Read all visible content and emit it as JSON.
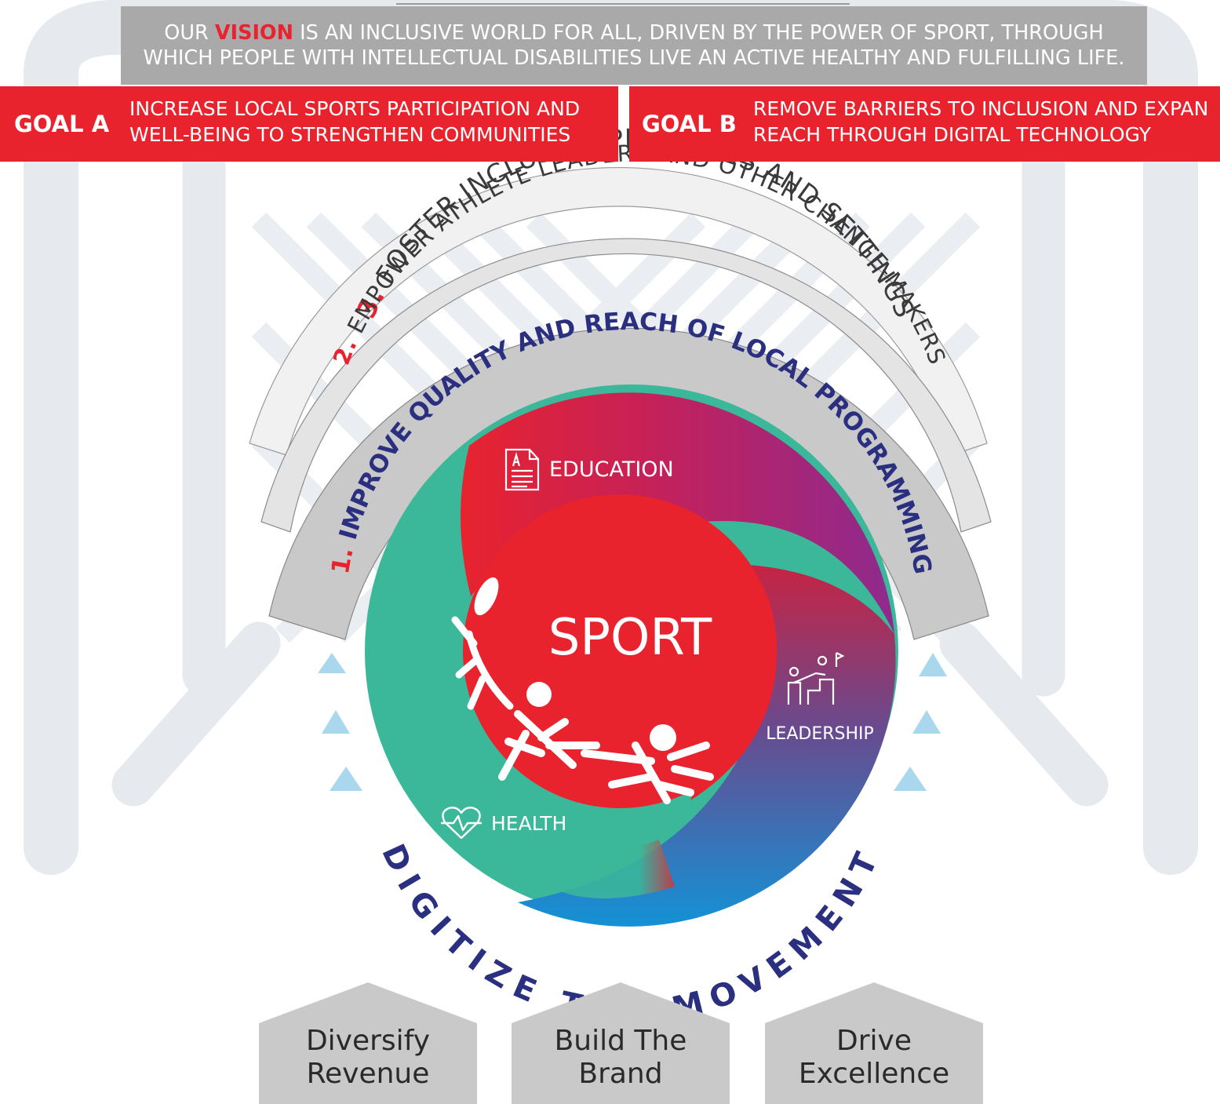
{
  "vision": {
    "prefix": "OUR ",
    "highlight": "VISION",
    "line1_rest": " IS AN INCLUSIVE WORLD FOR ALL, DRIVEN BY THE POWER OF SPORT, THROUGH",
    "line2": "WHICH PEOPLE WITH INTELLECTUAL DISABILITIES LIVE AN ACTIVE HEALTHY AND FULFILLING LIFE."
  },
  "goals": [
    {
      "tag": "GOAL A",
      "line1": "INCREASE LOCAL SPORTS PARTICIPATION AND",
      "line2": "WELL-BEING TO STRENGTHEN COMMUNITIES"
    },
    {
      "tag": "GOAL B",
      "line1": "REMOVE BARRIERS TO INCLUSION AND EXPAN",
      "line2": "REACH THROUGH DIGITAL TECHNOLOGY"
    }
  ],
  "strategies": {
    "s1_num": "1.",
    "s1_text": " IMPROVE QUALITY AND REACH OF LOCAL PROGRAMMING",
    "s2_num": "2.",
    "s2_text": " EMPOWER ATHLETE LEADERS AND OTHER CHANGE-MAKERS",
    "s3_num": "3.",
    "s3_text": " FOSTER INCLUSIVE PRACTICES AND SETTINGS"
  },
  "center": "SPORT",
  "segments": {
    "education": "EDUCATION",
    "leadership": "LEADERSHIP",
    "health": "HEALTH"
  },
  "digitize": "DIGITIZE THE MOVEMENT",
  "pillars": [
    {
      "line1": "Diversify",
      "line2": "Revenue"
    },
    {
      "line1": "Build The",
      "line2": "Brand"
    },
    {
      "line1": "Drive",
      "line2": "Excellence"
    }
  ],
  "colors": {
    "red": "#e8232e",
    "navy": "#2a2f7f",
    "teal": "#3bb89a",
    "purple": "#8e2a8e",
    "blue": "#1492d6",
    "grey_band": "#a9a9a9",
    "frame": "#e6eaee",
    "triangle": "#a9d8ee"
  }
}
